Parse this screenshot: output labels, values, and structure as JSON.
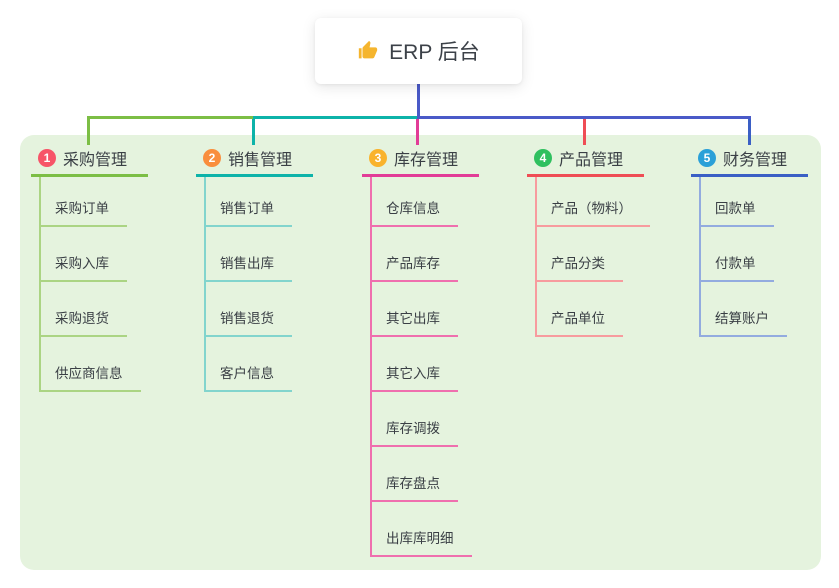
{
  "root": {
    "title": "ERP 后台",
    "icon": "thumbs-up-icon"
  },
  "connector": {
    "color": "#4a5ac8"
  },
  "panel": {
    "background": "#e5f3de"
  },
  "branches": [
    {
      "index": "1",
      "label": "采购管理",
      "badge_color": "#f75468",
      "line_color": "#7cbe45",
      "child_line_color": "#abd483",
      "children": [
        "采购订单",
        "采购入库",
        "采购退货",
        "供应商信息"
      ]
    },
    {
      "index": "2",
      "label": "销售管理",
      "badge_color": "#f98e3d",
      "line_color": "#0db3a9",
      "child_line_color": "#82d4cd",
      "children": [
        "销售订单",
        "销售出库",
        "销售退货",
        "客户信息"
      ]
    },
    {
      "index": "3",
      "label": "库存管理",
      "badge_color": "#f9b32c",
      "line_color": "#e23c97",
      "child_line_color": "#ef6fae",
      "children": [
        "仓库信息",
        "产品库存",
        "其它出库",
        "其它入库",
        "库存调拨",
        "库存盘点",
        "出库库明细"
      ]
    },
    {
      "index": "4",
      "label": "产品管理",
      "badge_color": "#2fc05f",
      "line_color": "#ef4d55",
      "child_line_color": "#f79b9e",
      "children": [
        "产品（物料）",
        "产品分类",
        "产品单位"
      ]
    },
    {
      "index": "5",
      "label": "财务管理",
      "badge_color": "#2ba0d8",
      "line_color": "#3a5fc5",
      "child_line_color": "#93abdf",
      "children": [
        "回款单",
        "付款单",
        "结算账户"
      ]
    }
  ]
}
